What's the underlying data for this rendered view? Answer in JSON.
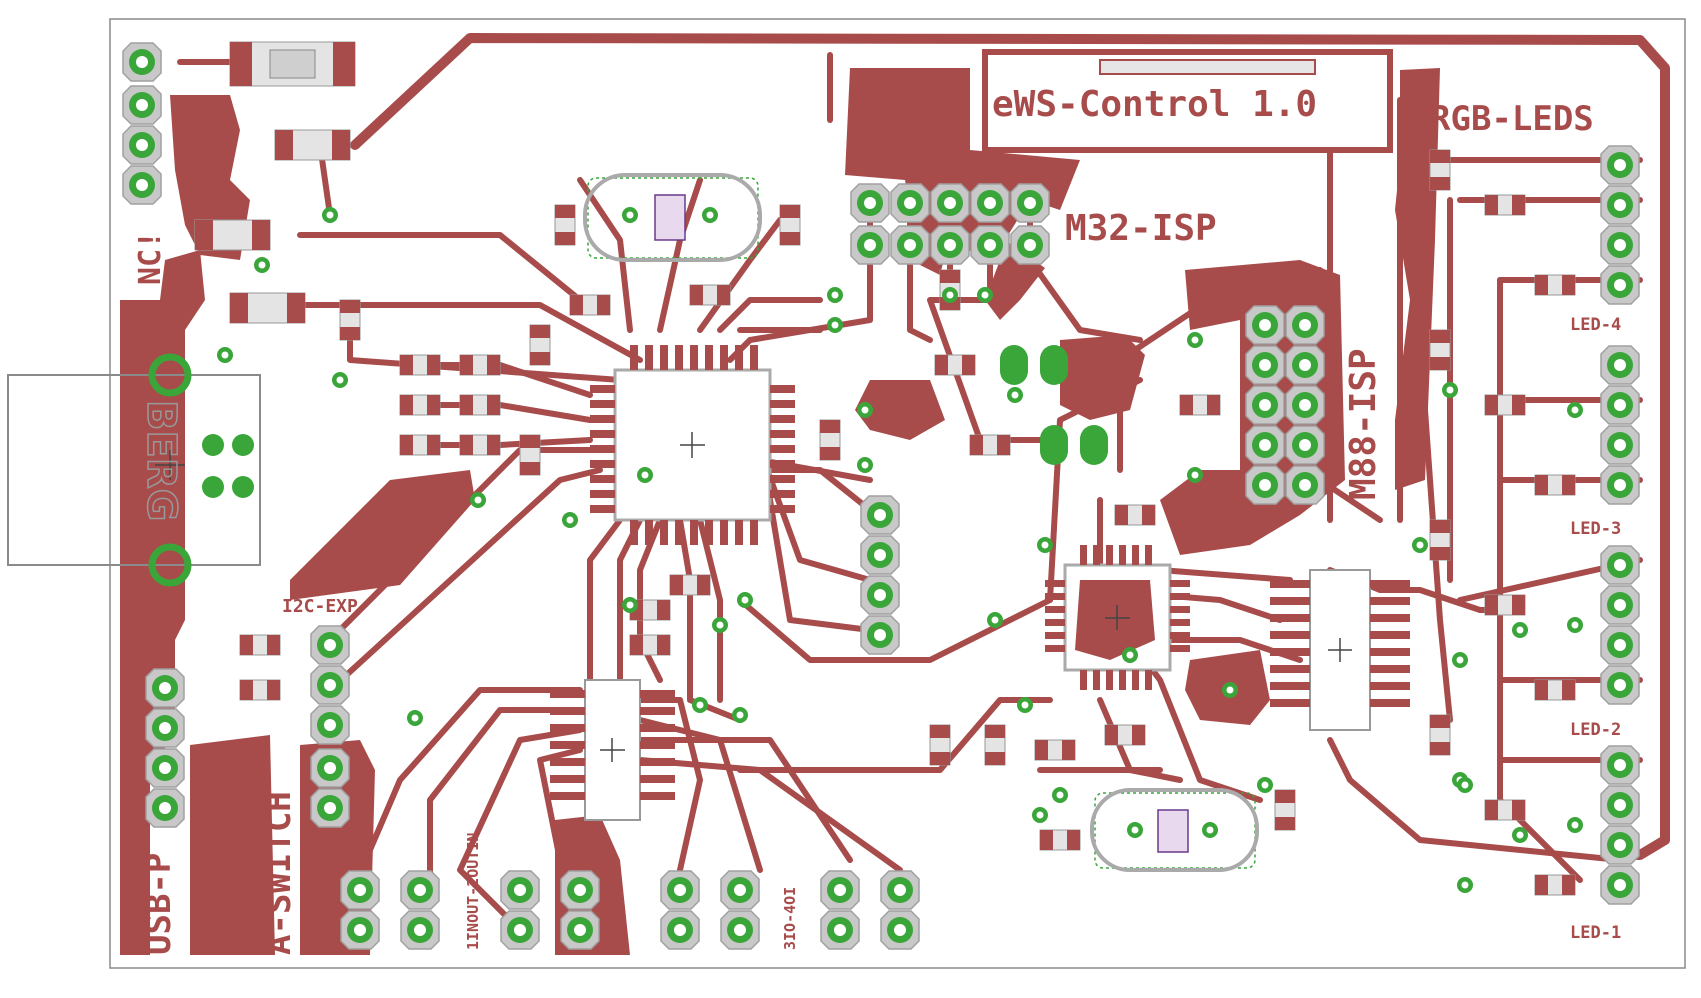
{
  "board": {
    "title": "eWS-Control 1.0",
    "labels": {
      "rgb_leds": "RGB-LEDS",
      "m32_isp": "M32-ISP",
      "m88_isp": "M88-ISP",
      "nc": "NC!",
      "i2c_exp": "I2C-EXP",
      "usb_p": "USB-P",
      "a_switch": "A-SWITCH",
      "in_out_group": "1INOUT-2OUTIN",
      "io_group": "3IO-4OI",
      "led_4": "LED-4",
      "led_3": "LED-3",
      "led_2": "LED-2",
      "led_1": "LED-1",
      "logo": "BERG"
    }
  },
  "colors": {
    "copper": "#a84b4b",
    "pad": "#3aa63a",
    "silkscreen": "#c8c8c8",
    "outline": "#8a8a8a",
    "background": "#ffffff"
  }
}
